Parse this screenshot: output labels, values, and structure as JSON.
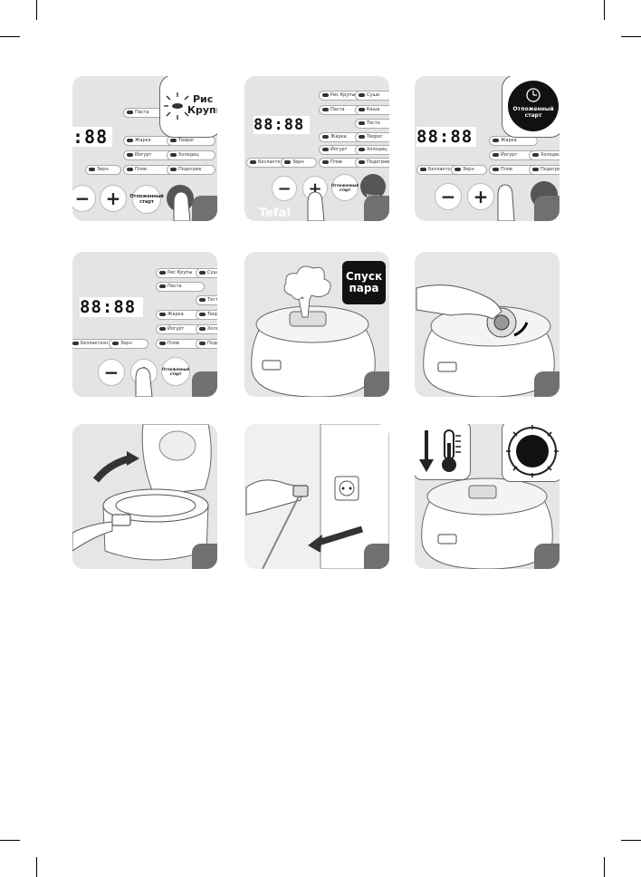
{
  "rice_overlay": {
    "line1": "Рис",
    "line2": "Крупы"
  },
  "panel": {
    "rice": "Рис Крупы",
    "pasta": "Паста",
    "fry": "Жарка",
    "yogurt": "Йогурт",
    "pilaf": "Плов",
    "soup": "Суши",
    "porridge": "Каша",
    "dough": "Тесто",
    "curd": "Творог",
    "cold": "Холодец",
    "reheat": "Подогрев",
    "baby": "Безлактозн",
    "grain": "Зерн",
    "time": "88:88",
    "time_partial": ":88",
    "delay_label": "Отложенный старт",
    "menu_label": "Меню",
    "minus": "−",
    "plus": "+"
  },
  "brand": "Tefal",
  "delay_overlay": "Отложенный старт",
  "steam_overlay": {
    "line1": "Спуск",
    "line2": "пара"
  }
}
